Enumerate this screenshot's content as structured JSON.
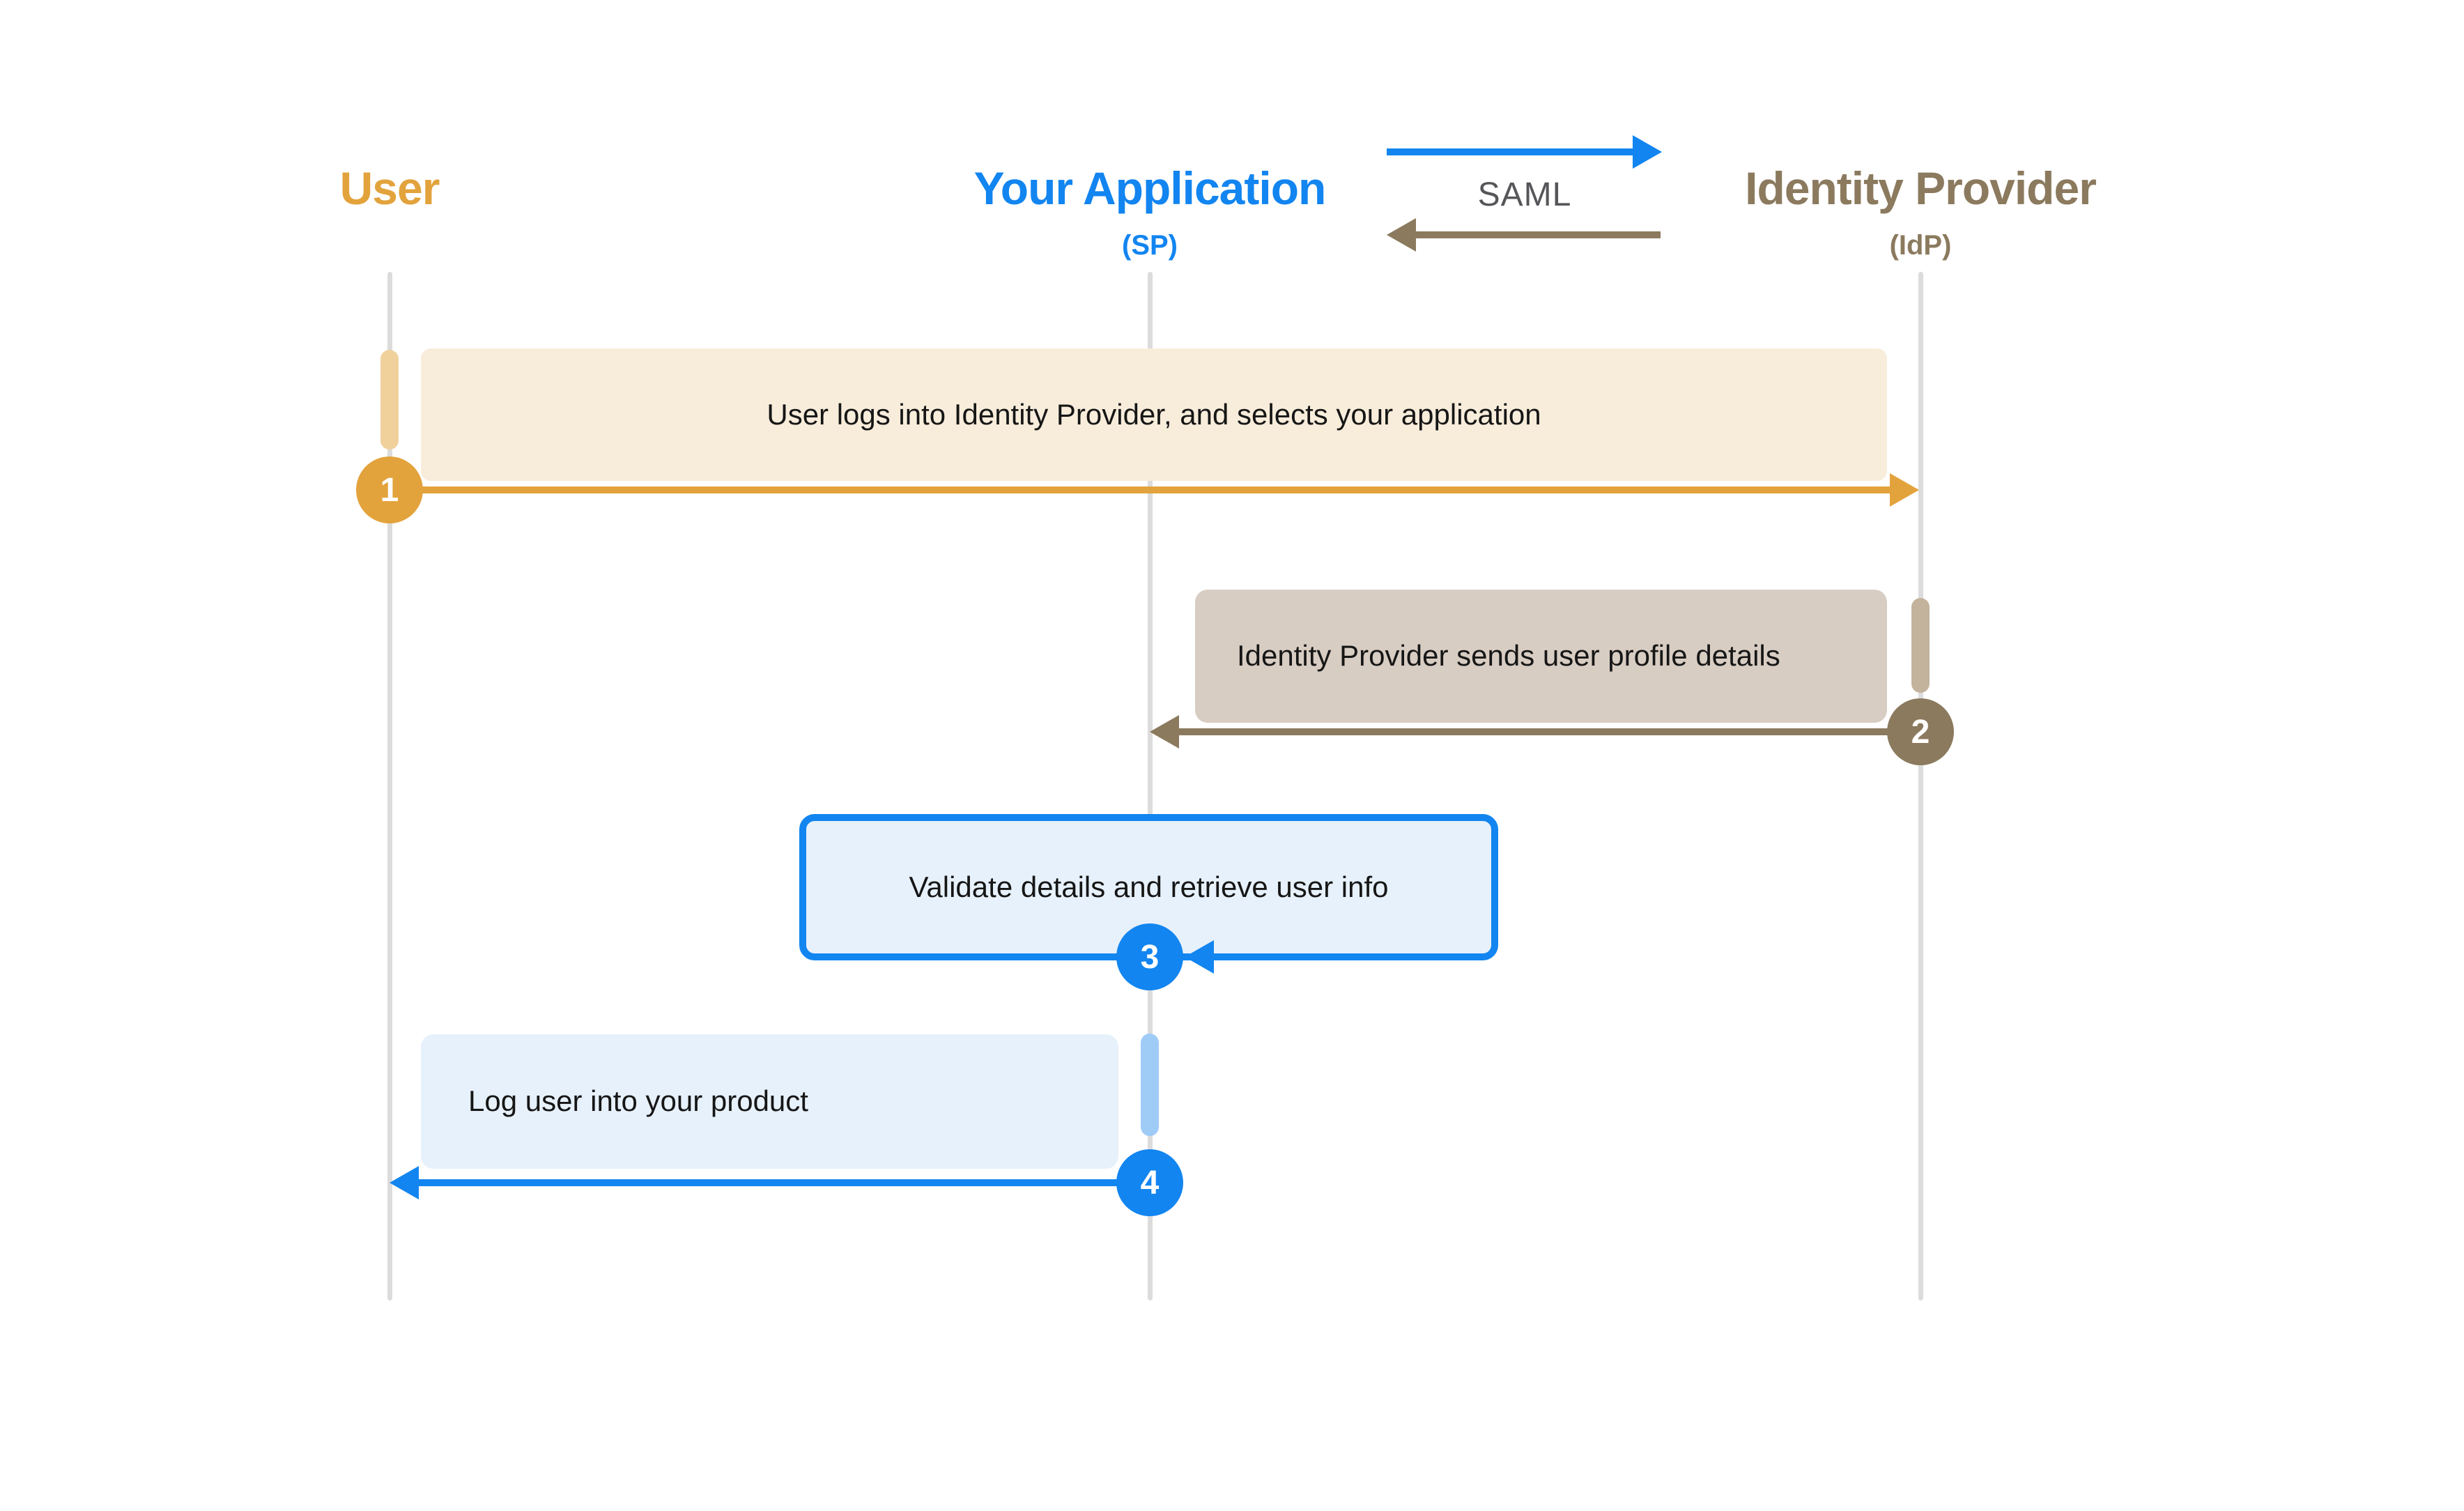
{
  "actors": [
    {
      "id": "user",
      "label": "User",
      "sub": "",
      "color": "#E3A33C"
    },
    {
      "id": "app",
      "label": "Your Application",
      "sub": "(SP)",
      "color": "#1285F0"
    },
    {
      "id": "idp",
      "label": "Identity Provider",
      "sub": "(IdP)",
      "color": "#8B7A5E"
    }
  ],
  "legend": {
    "label": "SAML",
    "color": "#56565A"
  },
  "steps": [
    {
      "num": "1",
      "text": "User logs into Identity Provider, and selects your application",
      "from": "User",
      "to": "Identity Provider",
      "direction": "right",
      "color": "#E3A33C",
      "box_bg": "#F8EDDB"
    },
    {
      "num": "2",
      "text": "Identity Provider sends user profile details",
      "from": "Identity Provider",
      "to": "Your Application",
      "direction": "left",
      "color": "#8B7A5E",
      "box_bg": "#D8CDC3"
    },
    {
      "num": "3",
      "text": "Validate details and retrieve user info",
      "from": "Your Application",
      "to": "Your Application",
      "direction": "self",
      "color": "#1285F0",
      "box_bg": "#E7F1FB"
    },
    {
      "num": "4",
      "text": "Log user into your product",
      "from": "Your Application",
      "to": "User",
      "direction": "left",
      "color": "#1285F0",
      "box_bg": "#E7F1FB"
    }
  ],
  "colors": {
    "gold": "#E3A33C",
    "gold_activation": "#F0D19C",
    "gold_box": "#F8EDDB",
    "taupe": "#8B7A5E",
    "taupe_activation": "#C3B39D",
    "taupe_box": "#D8CDC3",
    "blue": "#1285F0",
    "blue_activation": "#9FCBF7",
    "blue_box": "#E7F1FB",
    "lifeline": "#DCDCDC",
    "text": "#161616",
    "background": "#FFFFFF"
  }
}
